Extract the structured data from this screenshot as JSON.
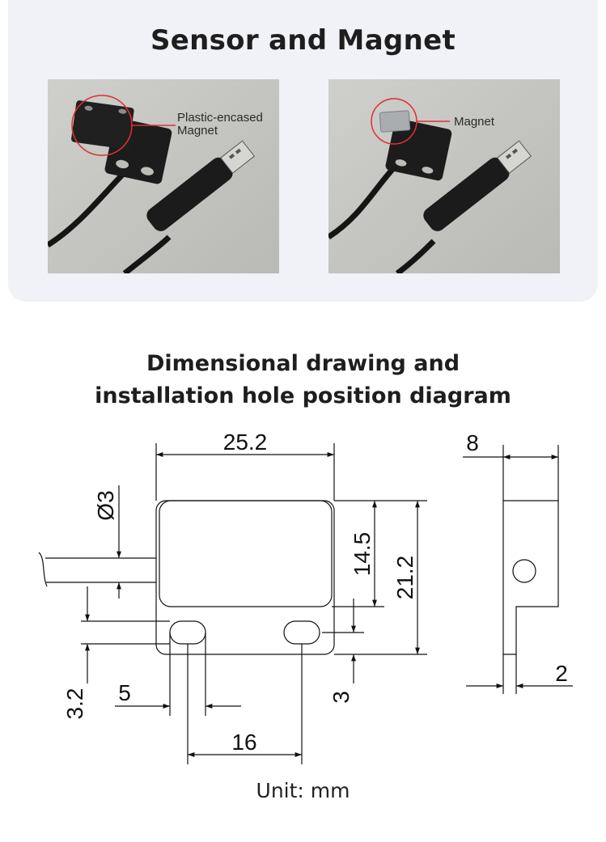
{
  "header": {
    "title": "Sensor and Magnet"
  },
  "photos": [
    {
      "callout": [
        "Plastic-encased",
        "Magnet"
      ]
    },
    {
      "callout": [
        "Magnet"
      ]
    }
  ],
  "drawing": {
    "title_line1": "Dimensional drawing and",
    "title_line2": "installation hole position diagram",
    "dimensions": {
      "width": "25.2",
      "hole_diameter": "Ø3",
      "inner_height": "14.5",
      "total_height": "21.2",
      "thickness": "8",
      "plate_thickness": "2",
      "hole_offset": "3.2",
      "hole_width": "5",
      "hole_height": "3",
      "hole_spacing": "16"
    },
    "unit": "Unit: mm"
  },
  "colors": {
    "card_bg": "#f1f2f7",
    "callout_red": "#e03030",
    "line": "#111111"
  }
}
